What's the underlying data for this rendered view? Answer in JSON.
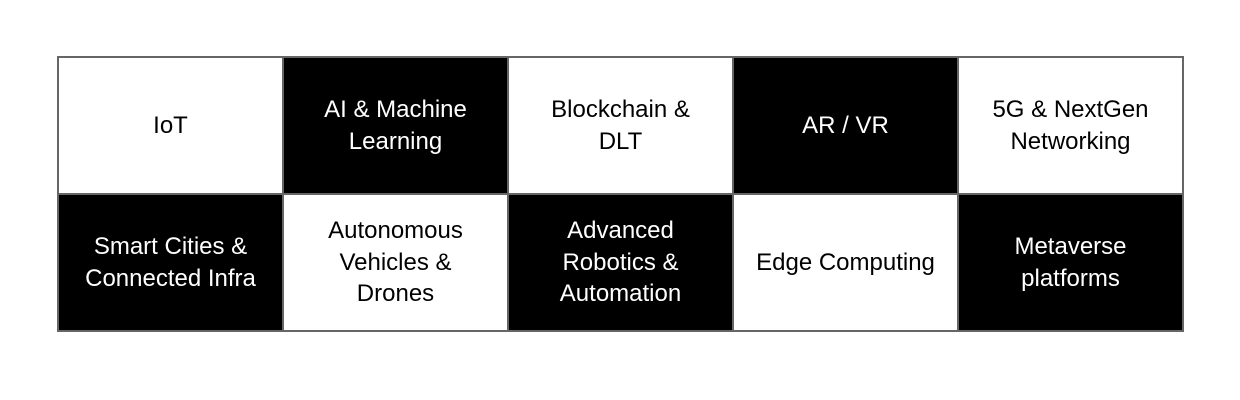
{
  "page": {
    "background_color": "#ffffff"
  },
  "table": {
    "description": "checkerboard grid of emerging technology categories",
    "border_color": "#666666",
    "colors": {
      "dark_bg": "#000000",
      "dark_text": "#ffffff",
      "light_bg": "#ffffff",
      "light_text": "#000000"
    },
    "rows": [
      {
        "cells": [
          {
            "label": "IoT",
            "variant": "light"
          },
          {
            "label": "AI & Machine\nLearning",
            "variant": "dark"
          },
          {
            "label": "Blockchain &\nDLT",
            "variant": "light"
          },
          {
            "label": "AR / VR",
            "variant": "dark"
          },
          {
            "label": "5G & NextGen\nNetworking",
            "variant": "light"
          }
        ]
      },
      {
        "cells": [
          {
            "label": "Smart Cities &\nConnected Infra",
            "variant": "dark"
          },
          {
            "label": "Autonomous\nVehicles &\nDrones",
            "variant": "light"
          },
          {
            "label": "Advanced\nRobotics &\nAutomation",
            "variant": "dark"
          },
          {
            "label": "Edge Computing",
            "variant": "light"
          },
          {
            "label": "Metaverse\nplatforms",
            "variant": "dark"
          }
        ]
      }
    ]
  }
}
